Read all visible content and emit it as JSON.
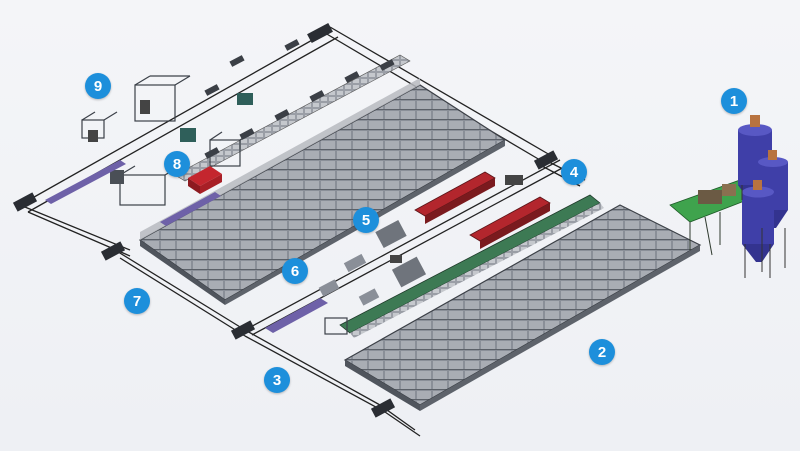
{
  "diagram": {
    "badge_color": "#1d8fdb",
    "callouts": [
      {
        "id": "1",
        "label": "1"
      },
      {
        "id": "2",
        "label": "2"
      },
      {
        "id": "3",
        "label": "3"
      },
      {
        "id": "4",
        "label": "4"
      },
      {
        "id": "5",
        "label": "5"
      },
      {
        "id": "6",
        "label": "6"
      },
      {
        "id": "7",
        "label": "7"
      },
      {
        "id": "8",
        "label": "8"
      },
      {
        "id": "9",
        "label": "9"
      }
    ],
    "colors": {
      "storage_rack": "#7a7f88",
      "silo": "#3f3fa8",
      "batching_platform": "#3fa34d",
      "press_equipment": "#b3262d",
      "rail": "#222222",
      "steel_frame": "#555b62"
    }
  }
}
